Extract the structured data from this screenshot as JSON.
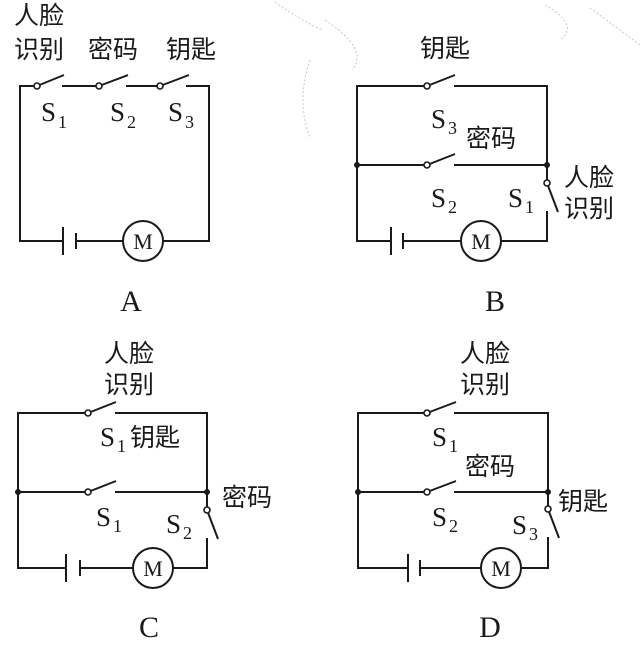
{
  "labels": {
    "face": [
      "人脸",
      "识别"
    ],
    "face_inline": "人脸",
    "face_line2": "识别",
    "password": "密码",
    "key": "钥匙",
    "motor": "M",
    "switch_symbol": "S"
  },
  "options": [
    {
      "letter": "A",
      "description": "series",
      "switches": [
        {
          "sub": "1",
          "function": "人脸识别"
        },
        {
          "sub": "2",
          "function": "密码"
        },
        {
          "sub": "3",
          "function": "钥匙"
        }
      ]
    },
    {
      "letter": "B",
      "description": "S3 parallel S2, in series with S1",
      "switches": [
        {
          "sub": "3",
          "function": "钥匙"
        },
        {
          "sub": "2",
          "function": "密码"
        },
        {
          "sub": "1",
          "function": "人脸识别"
        }
      ]
    },
    {
      "letter": "C",
      "description": "S1 parallel S1, in series with S2",
      "switches": [
        {
          "sub": "1",
          "function": "人脸识别"
        },
        {
          "sub": "1",
          "function": "钥匙"
        },
        {
          "sub": "2",
          "function": "密码"
        }
      ]
    },
    {
      "letter": "D",
      "description": "S1 parallel S2, in series with S3",
      "switches": [
        {
          "sub": "1",
          "function": "人脸识别"
        },
        {
          "sub": "2",
          "function": "密码"
        },
        {
          "sub": "3",
          "function": "钥匙"
        }
      ]
    }
  ]
}
